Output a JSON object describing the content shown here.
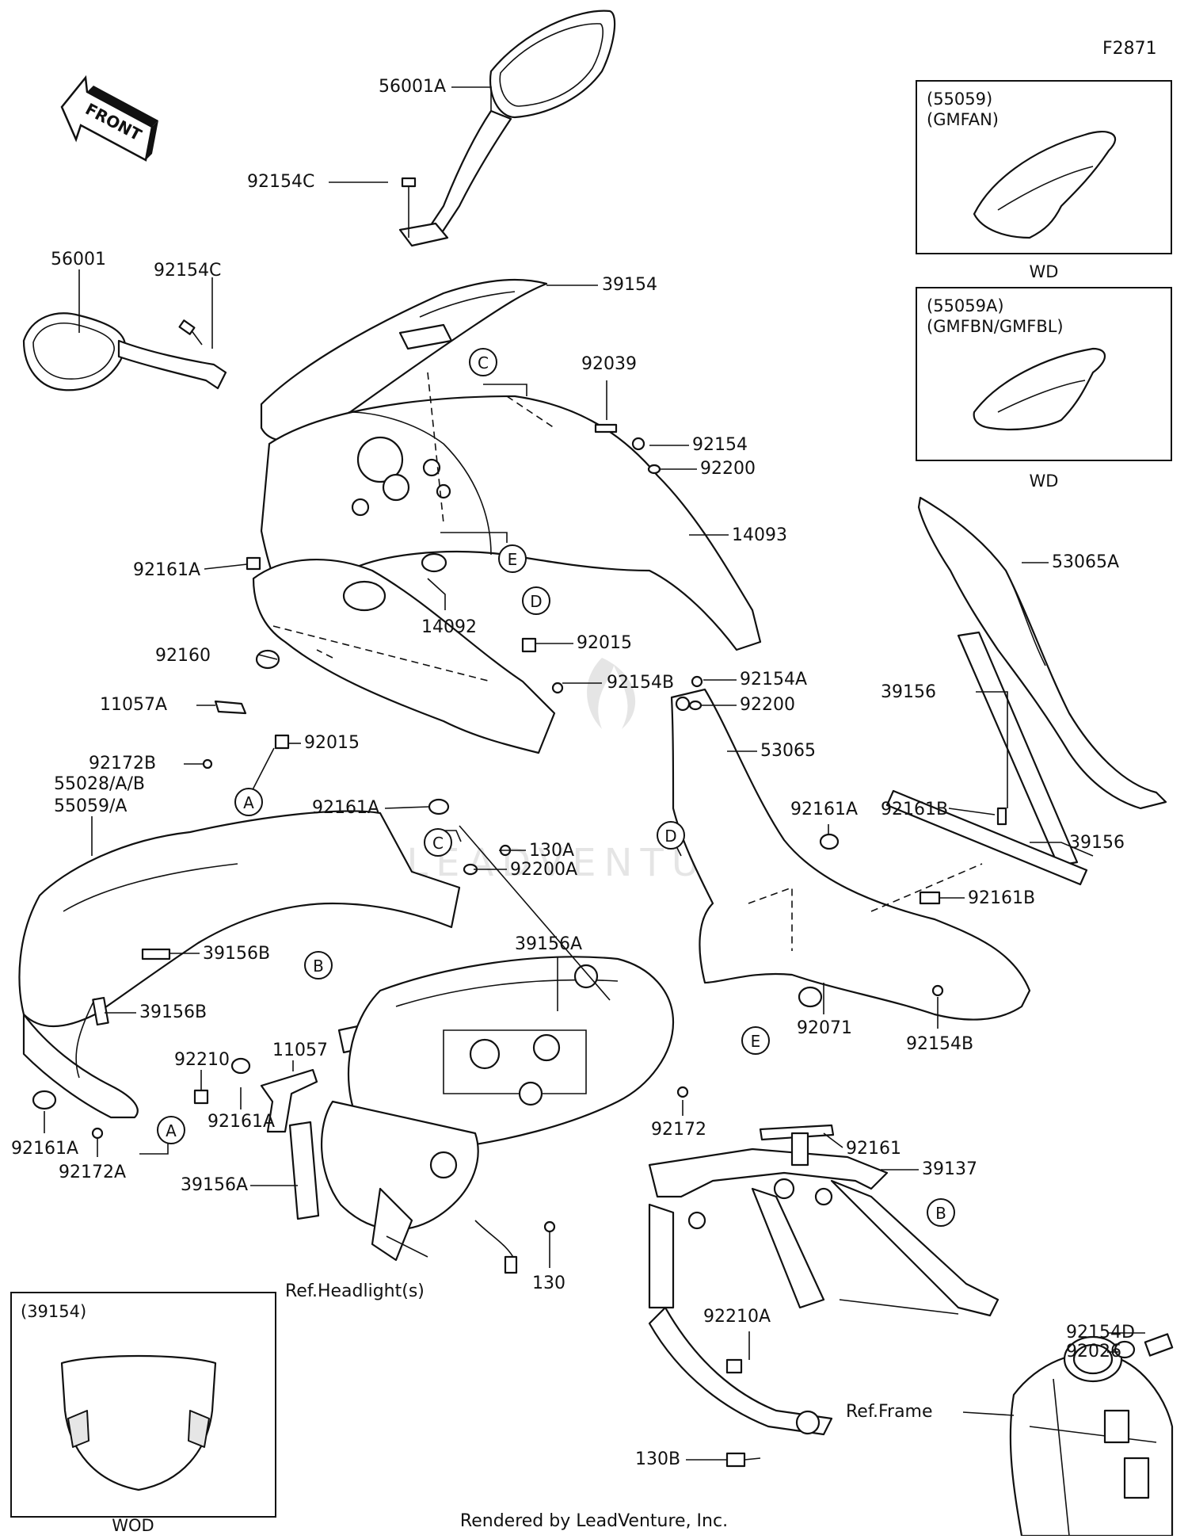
{
  "figure_id": "F2871",
  "front_label": "FRONT",
  "footer": "Rendered by LeadVenture, Inc.",
  "watermark": "LEADVENTURE",
  "references": {
    "headlight": "Ref.Headlight(s)",
    "frame": "Ref.Frame"
  },
  "variant_boxes": [
    {
      "part": "(55059)",
      "code": "(GMFAN)",
      "caption": "WD"
    },
    {
      "part": "(55059A)",
      "code": "(GMFBN/GMFBL)",
      "caption": "WD"
    },
    {
      "part": "(39154)",
      "code": "",
      "caption": "WOD"
    }
  ],
  "callouts": [
    "A",
    "B",
    "C",
    "D",
    "E"
  ],
  "part_labels": {
    "p56001A": "56001A",
    "p92154C_a": "92154C",
    "p56001": "56001",
    "p92154C_b": "92154C",
    "p39154": "39154",
    "p92039": "92039",
    "p92154": "92154",
    "p92200": "92200",
    "p14093": "14093",
    "p92161A_a": "92161A",
    "p14092": "14092",
    "p92015_a": "92015",
    "p92160": "92160",
    "p11057A": "11057A",
    "p92172B": "92172B",
    "p92015_b": "92015",
    "p92161A_b": "92161A",
    "p92154B_a": "92154B",
    "p92154A": "92154A",
    "p92200_b": "92200",
    "p53065": "53065",
    "p53065A": "53065A",
    "p39156_a": "39156",
    "p92161B_a": "92161B",
    "p92161A_c": "92161A",
    "p39156_b": "39156",
    "p92161B_b": "92161B",
    "p55028": "55028/A/B",
    "p55059": "55059/A",
    "p130A": "130A",
    "p92200A": "92200A",
    "p39156B_a": "39156B",
    "p39156B_b": "39156B",
    "p39156A_a": "39156A",
    "p92210": "92210",
    "p11057": "11057",
    "p92161A_d": "92161A",
    "p92161A_e": "92161A",
    "p92172A": "92172A",
    "p39156A_b": "39156A",
    "p92172": "92172",
    "p130": "130",
    "p92071": "92071",
    "p92154B_b": "92154B",
    "p92161": "92161",
    "p39137": "39137",
    "p92210A": "92210A",
    "p92154D": "92154D",
    "p92026": "92026",
    "p130B": "130B"
  }
}
